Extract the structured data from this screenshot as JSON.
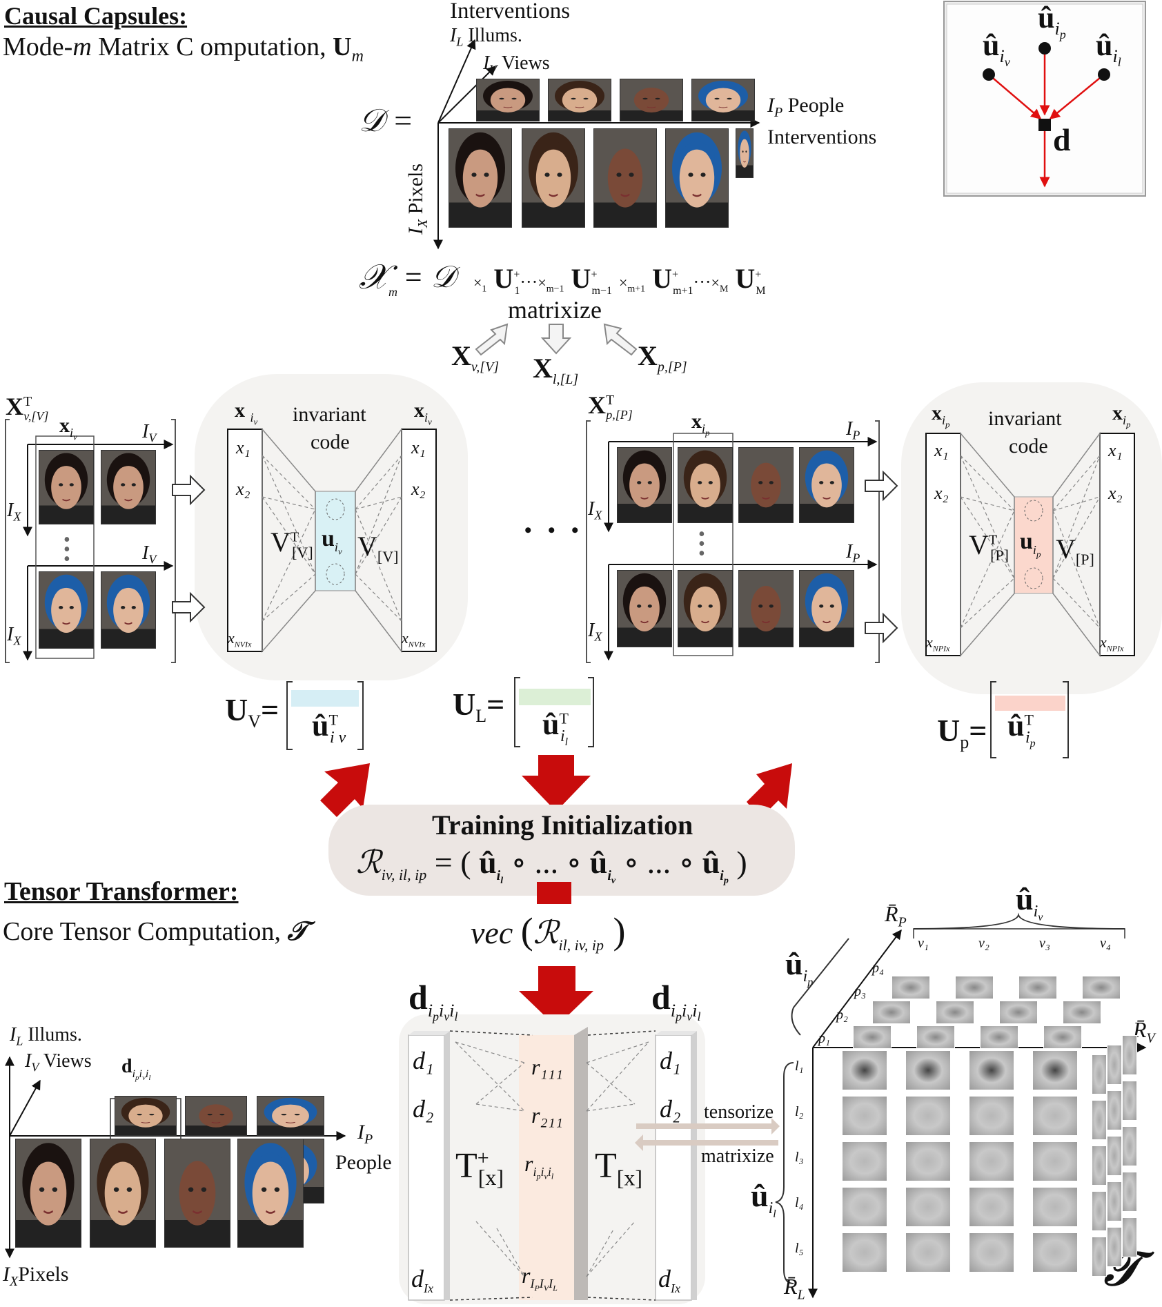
{
  "causal_capsules": {
    "title": "Causal Capsules:",
    "subtitle_pre": "Mode-",
    "subtitle_m": "m",
    "subtitle_post": " Matrix C omputation, ",
    "subtitle_U": "U",
    "subtitle_sub": "m"
  },
  "data_tensor": {
    "symbol": "𝒟 =",
    "interventions_top": "Interventions",
    "illums_label": "Illums.",
    "views_label": "Views",
    "people_label": "People",
    "interventions_right": "Interventions",
    "pixels_label": "Pixels"
  },
  "equation": {
    "lhs": "𝒳",
    "lhs_sub": "m",
    "eq": "= 𝒟",
    "matrixize": "matrixize",
    "xv": "X",
    "xv_sub": "v,[V]",
    "xl": "X",
    "xl_sub": "l,[L]",
    "xp": "X",
    "xp_sub": "p,[P]"
  },
  "graph_inset": {
    "u_iv": "û",
    "u_iv_sub": "i_v",
    "u_ip": "û",
    "u_ip_sub": "i_p",
    "u_il": "û",
    "u_il_sub": "i_l",
    "d": "d",
    "colors": {
      "edge": "#e01010",
      "node": "#111111"
    }
  },
  "left_capsule": {
    "x_header": "X",
    "x_header_sup": "T",
    "x_header_sub": "v,[V]",
    "x_col": "x",
    "x_col_sub": "i_v",
    "iv_label": "I",
    "iv_sub": "V",
    "ix_label": "I",
    "ix_sub": "X",
    "enc_top": "x",
    "enc_top_sub": "i_v",
    "invariant": "invariant",
    "code": "code",
    "x1": "x₁",
    "x2": "x₂",
    "xn": "x",
    "xn_sub": "NVIx",
    "v_enc": "V",
    "v_enc_sub": "[V]",
    "u_code": "u",
    "u_code_sub": "i_v",
    "v_dec": "V",
    "v_dec_sub": "[V]",
    "code_color": "#d9f1f5"
  },
  "ellipsis": "• • •",
  "right_capsule": {
    "x_header": "X",
    "x_header_sup": "T",
    "x_header_sub": "p,[P]",
    "x_col": "x",
    "x_col_sub": "i_p",
    "ip_label": "I",
    "ip_sub": "P",
    "ix_label": "I",
    "ix_sub": "X",
    "enc_top": "x",
    "enc_top_sub": "i_p",
    "invariant": "invariant",
    "code": "code",
    "x1": "x₁",
    "x2": "x₂",
    "xn": "x",
    "xn_sub": "NPIx",
    "v_enc": "V",
    "v_enc_sub": "[P]",
    "u_code": "u",
    "u_code_sub": "i_p",
    "v_dec": "V",
    "v_dec_sub": "[P]",
    "code_color": "#fbd8cd"
  },
  "u_matrices": {
    "uv": "U",
    "uv_sub": "V",
    "uv_entry": "û",
    "uv_entry_sub": "i v",
    "uv_color": "#d6eef5",
    "ul": "U",
    "ul_sub": "L",
    "ul_entry": "û",
    "ul_entry_sub": "i_l",
    "ul_color": "#dcefd6",
    "up": "U",
    "up_sub": "p",
    "up_entry": "û",
    "up_entry_sub": "i_p",
    "up_color": "#fbd3ca"
  },
  "training_init": {
    "title": "Training Initialization",
    "formula_lhs": "ℛ",
    "formula_lhs_sub": "iv, il, ip",
    "formula_rhs": "= ( û ∘ ... ∘ û ∘ ... ∘ û )",
    "vec": "vec",
    "vec_arg": "ℛ",
    "vec_arg_sub": "il, iv, ip",
    "box_color": "#ece6e3",
    "arrow_color": "#c80c0c"
  },
  "tensor_transformer": {
    "title": "Tensor Transformer:",
    "subtitle": "Core  Tensor Computation, ",
    "symbol": "𝒯",
    "illums": "Illums.",
    "views": "Views",
    "people": "People",
    "pixels": "Pixels",
    "d_label": "d",
    "d_sub": "i_p i_v i_l"
  },
  "core_block": {
    "d_left": "d",
    "d_left_sub": "ipivil",
    "d_right": "d",
    "d_right_sub": "ipivil",
    "d1": "d₁",
    "d2": "d₂",
    "dIx": "d",
    "dIx_sub": "Ix",
    "r111": "r₁₁₁",
    "r211": "r₂₁₁",
    "r_mid": "r",
    "r_mid_sub": "ipivil",
    "r_last": "r",
    "r_last_sub": "IPIVIL",
    "t_plus": "T",
    "t_plus_sub": "[x]",
    "t_plus_sup": "+",
    "t": "T",
    "t_sub": "[x]",
    "tensorize": "tensorize",
    "matrixize": "matrixize",
    "r_color": "#fbeadf"
  },
  "core_tensor_grid": {
    "u_iv": "û",
    "u_iv_sub": "i_v",
    "u_ip": "û",
    "u_ip_sub": "i_p",
    "u_il": "û",
    "u_il_sub": "i_l",
    "rp": "R̄",
    "rp_sub": "P",
    "rv": "R̄",
    "rv_sub": "V",
    "rl": "R̄",
    "rl_sub": "L",
    "v_labels": [
      "v₁",
      "v₂",
      "v₃",
      "v₄"
    ],
    "p_labels": [
      "p₁",
      "p₂",
      "p₃",
      "p₄"
    ],
    "l_labels": [
      "l₁",
      "l₂",
      "l₃",
      "l₄",
      "l₅"
    ],
    "symbol": "𝒯"
  }
}
